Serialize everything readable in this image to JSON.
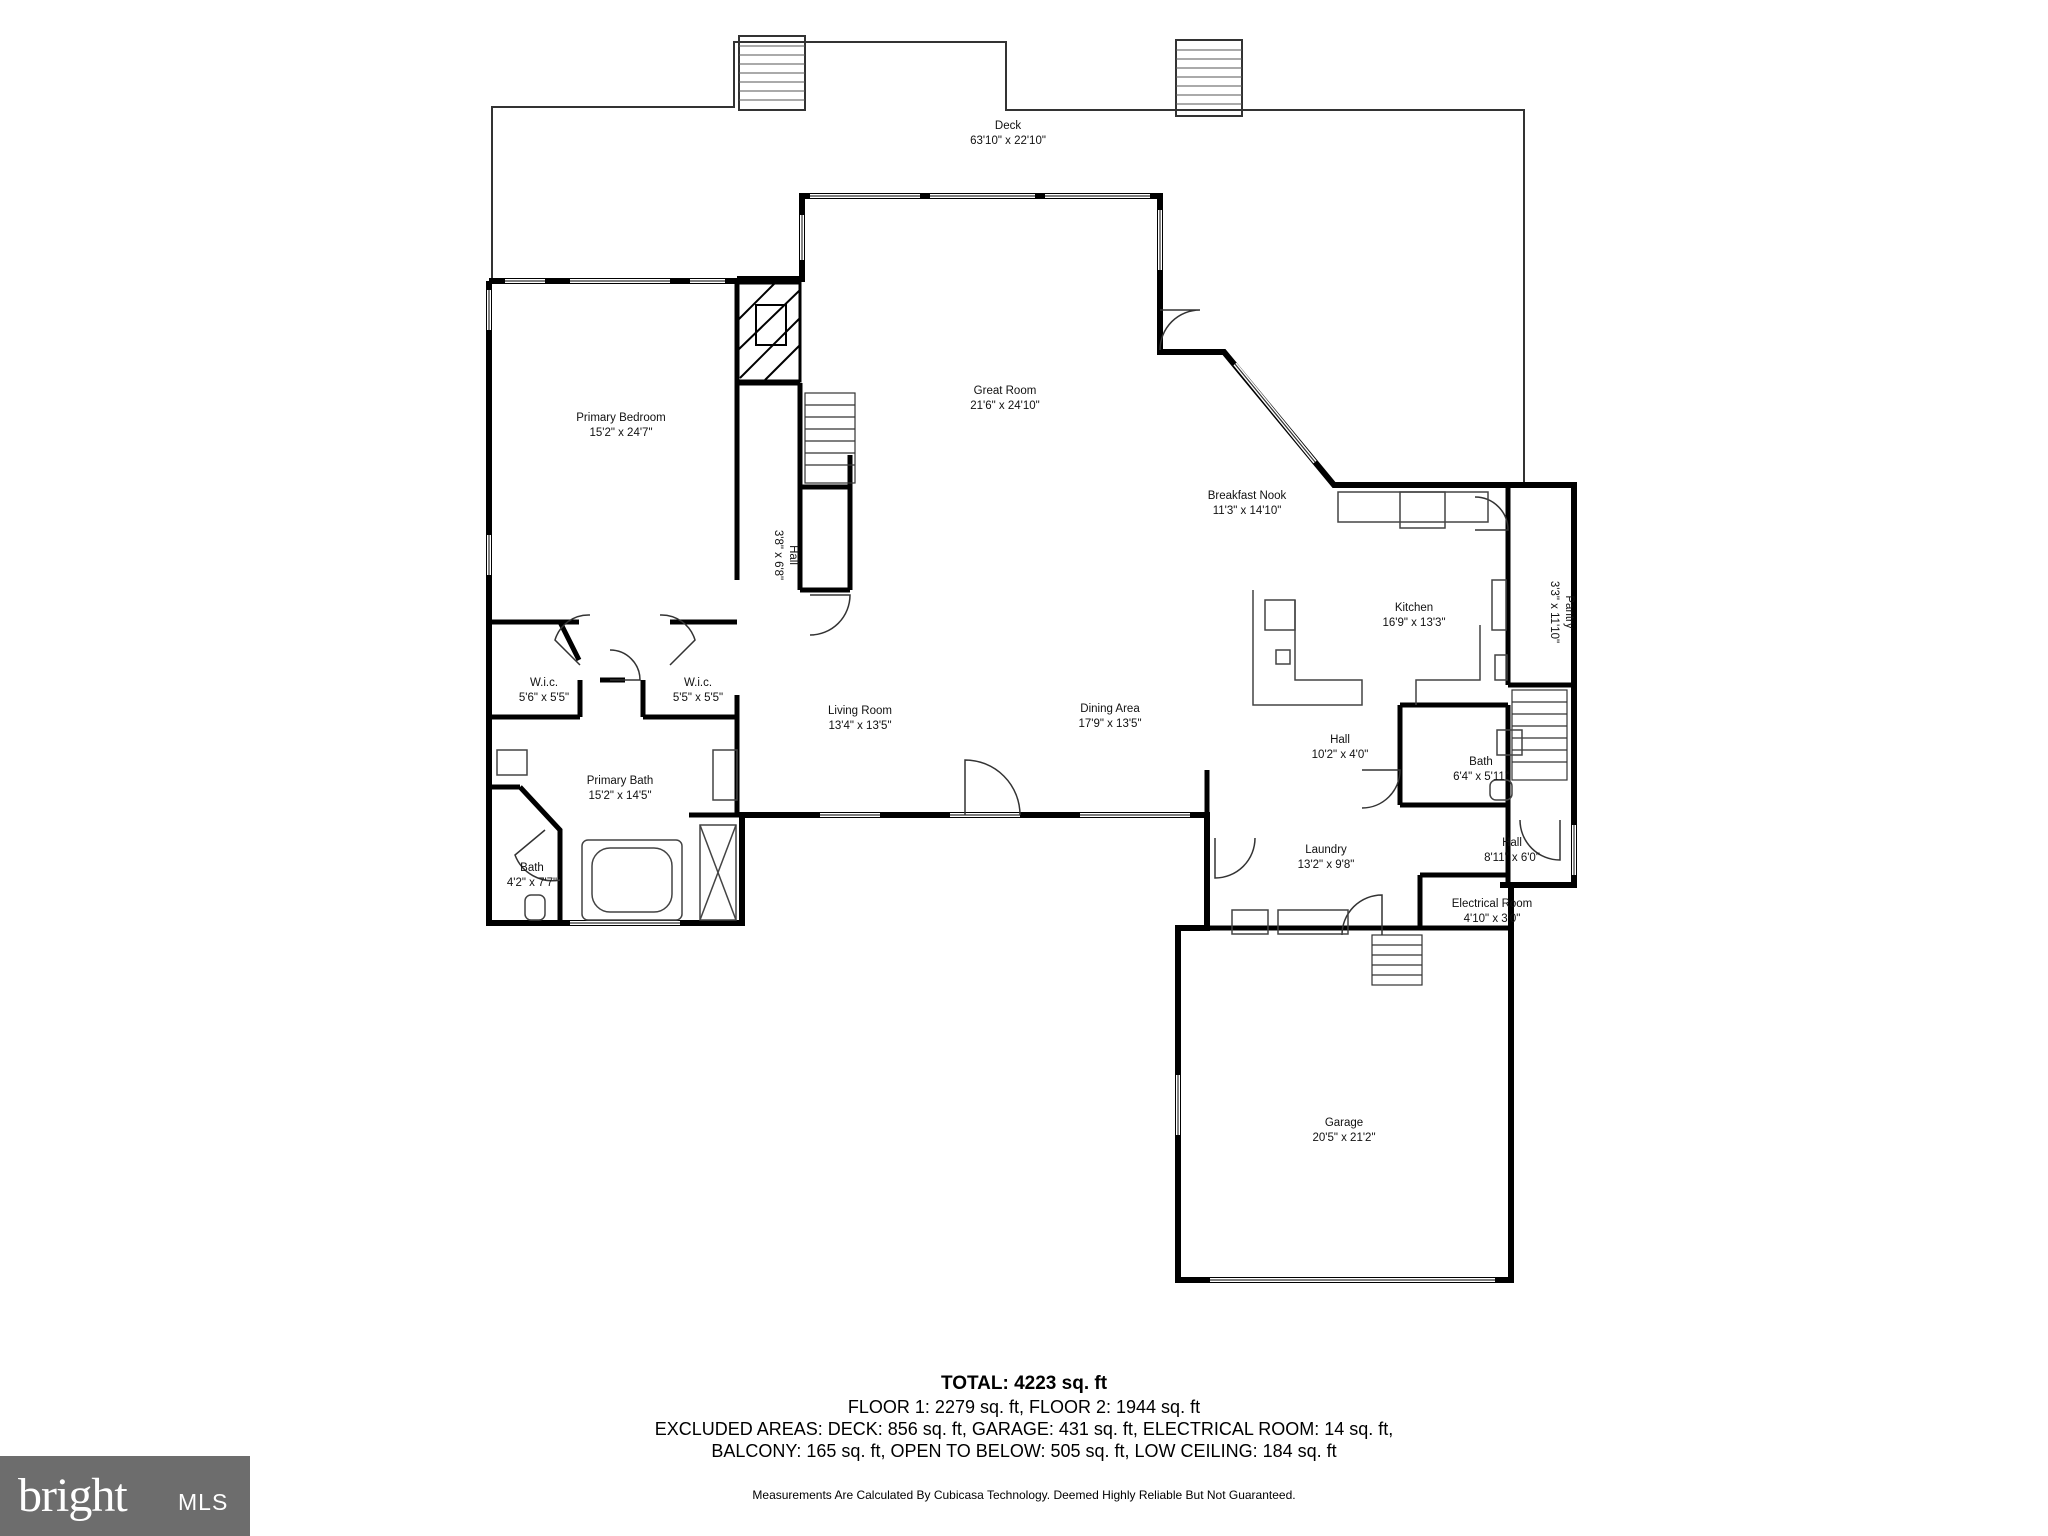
{
  "rooms": {
    "deck": {
      "name": "Deck",
      "dims": "63'10\" x 22'10\""
    },
    "great_room": {
      "name": "Great Room",
      "dims": "21'6\" x 24'10\""
    },
    "primary_bedroom": {
      "name": "Primary Bedroom",
      "dims": "15'2\" x 24'7\""
    },
    "breakfast_nook": {
      "name": "Breakfast Nook",
      "dims": "11'3\" x 14'10\""
    },
    "pantry": {
      "name": "Pantry",
      "dims": "3'3\" x 11'10\""
    },
    "hall_small": {
      "name": "Hall",
      "dims": "3'8\" x 6'8\""
    },
    "kitchen": {
      "name": "Kitchen",
      "dims": "16'9\" x 13'3\""
    },
    "wic_left": {
      "name": "W.i.c.",
      "dims": "5'6\" x 5'5\""
    },
    "wic_right": {
      "name": "W.i.c.",
      "dims": "5'5\" x 5'5\""
    },
    "living_room": {
      "name": "Living Room",
      "dims": "13'4\" x 13'5\""
    },
    "dining_area": {
      "name": "Dining Area",
      "dims": "17'9\" x 13'5\""
    },
    "hall_mid": {
      "name": "Hall",
      "dims": "10'2\" x 4'0\""
    },
    "bath_kitchen": {
      "name": "Bath",
      "dims": "6'4\" x 5'11\""
    },
    "primary_bath": {
      "name": "Primary Bath",
      "dims": "15'2\" x 14'5\""
    },
    "laundry": {
      "name": "Laundry",
      "dims": "13'2\" x 9'8\""
    },
    "hall_laundry": {
      "name": "Hall",
      "dims": "8'11\" x 6'0\""
    },
    "bath_primary": {
      "name": "Bath",
      "dims": "4'2\" x 7'7\""
    },
    "electrical_room": {
      "name": "Electrical Room",
      "dims": "4'10\" x 3'0\""
    },
    "garage": {
      "name": "Garage",
      "dims": "20'5\" x 21'2\""
    }
  },
  "summary": {
    "total": "TOTAL: 4223 sq. ft",
    "line1": "FLOOR 1: 2279 sq. ft, FLOOR 2: 1944 sq. ft",
    "line2": "EXCLUDED AREAS: DECK: 856 sq. ft, GARAGE: 431 sq. ft, ELECTRICAL ROOM: 14 sq. ft,",
    "line3": "BALCONY: 165 sq. ft, OPEN TO BELOW: 505 sq. ft, LOW CEILING: 184 sq. ft",
    "disclaimer": "Measurements Are Calculated By Cubicasa Technology. Deemed Highly Reliable But Not Guaranteed."
  },
  "logo": {
    "brand": "bright",
    "suffix": "MLS"
  }
}
